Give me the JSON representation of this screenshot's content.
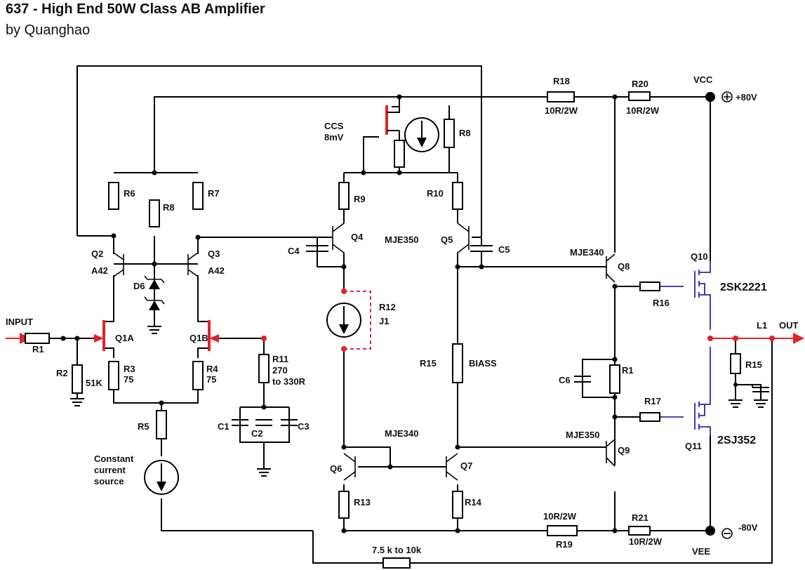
{
  "header": {
    "title": "637 - High End 50W Class AB Amplifier",
    "byline": "by Quanghao"
  },
  "labels": {
    "vcc": "VCC",
    "vcc_val": "+80V",
    "vee": "VEE",
    "vee_val": "-80V",
    "input": "INPUT",
    "out": "OUT",
    "ccs": "CCS",
    "ccs_val": "8mV",
    "const1": "Constant",
    "const2": "current",
    "const3": "source",
    "biass": "BIASS",
    "fb_res": "7.5 k to 10k",
    "r11_v1": "270",
    "r11_v2": "to 330R"
  },
  "components": {
    "r1": "R1",
    "r2": "R2",
    "r2v": "51K",
    "r3": "R3",
    "r3v": "75",
    "r4": "R4",
    "r4v": "75",
    "r5": "R5",
    "r6": "R6",
    "r7": "R7",
    "r8a": "R8",
    "r8b": "R8",
    "r9": "R9",
    "r10": "R10",
    "r11": "R11",
    "r12": "R12",
    "j1": "J1",
    "r13": "R13",
    "r14": "R14",
    "r15a": "R15",
    "r15b": "R15",
    "r1b": "R1",
    "r16": "R16",
    "r17": "R17",
    "r18": "R18",
    "r18v": "10R/2W",
    "r19": "R19",
    "r19v": "10R/2W",
    "r20": "R20",
    "r20v": "10R/2W",
    "r21": "R21",
    "r21v": "10R/2W",
    "c1": "C1",
    "c2": "C2",
    "c3": "C3",
    "c4": "C4",
    "c5": "C5",
    "c6": "C6",
    "d6": "D6",
    "l1": "L1",
    "q1a": "Q1A",
    "q1b": "Q1B",
    "q2": "Q2",
    "q2t": "A42",
    "q3": "Q3",
    "q3t": "A42",
    "q4": "Q4",
    "q5": "Q5",
    "q45t": "MJE350",
    "q6": "Q6",
    "q7": "Q7",
    "q67t": "MJE340",
    "q8": "Q8",
    "q8t": "MJE340",
    "q9": "Q9",
    "q9t": "MJE350",
    "q10": "Q10",
    "q10t": "2SK2221",
    "q11": "Q11",
    "q11t": "2SJ352"
  }
}
